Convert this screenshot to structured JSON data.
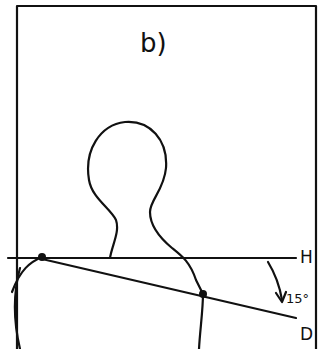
{
  "diagram": {
    "labels": [
      "b)",
      "H",
      "15°",
      "D"
    ]
  }
}
